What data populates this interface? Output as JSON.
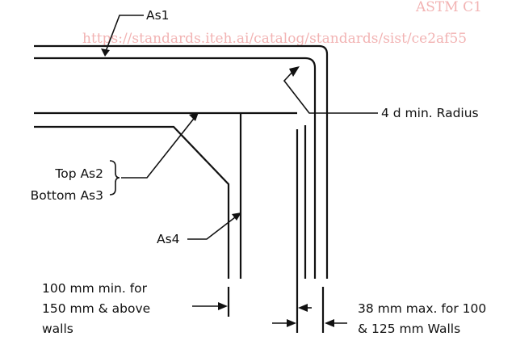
{
  "watermark": {
    "standard": "ASTM C1",
    "url": "https://standards.iteh.ai/catalog/standards/sist/ce2af55"
  },
  "labels": {
    "as1": "As1",
    "radius": "4 d min. Radius",
    "top_as2": "Top As2",
    "bottom_as3": "Bottom As3",
    "as4": "As4",
    "min_line1": "100 mm min. for",
    "min_line2": "150 mm & above",
    "min_line3": "walls",
    "max_line1": "38 mm max. for 100",
    "max_line2": "& 125 mm Walls"
  },
  "colors": {
    "line": "#111111",
    "watermark": "#f2b3b3",
    "background": "#ffffff"
  }
}
